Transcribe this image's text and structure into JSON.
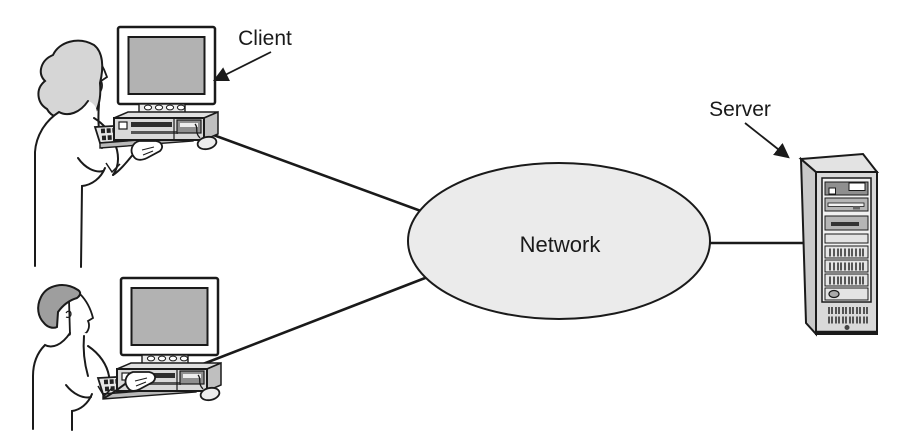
{
  "labels": {
    "client": "Client",
    "server": "Server",
    "network": "Network"
  },
  "colors": {
    "line": "#1a1a1a",
    "network_fill": "#ebebeb",
    "screen_fill": "#b2b2b2",
    "female_hair": "#d6d6d6",
    "male_hair": "#9e9e9e",
    "server_body": "#d9d9d9"
  },
  "icons": {
    "client_top": "workstation-with-user-icon",
    "client_bottom": "workstation-with-user-icon",
    "network": "network-cloud-ellipse",
    "server": "server-tower-icon"
  }
}
